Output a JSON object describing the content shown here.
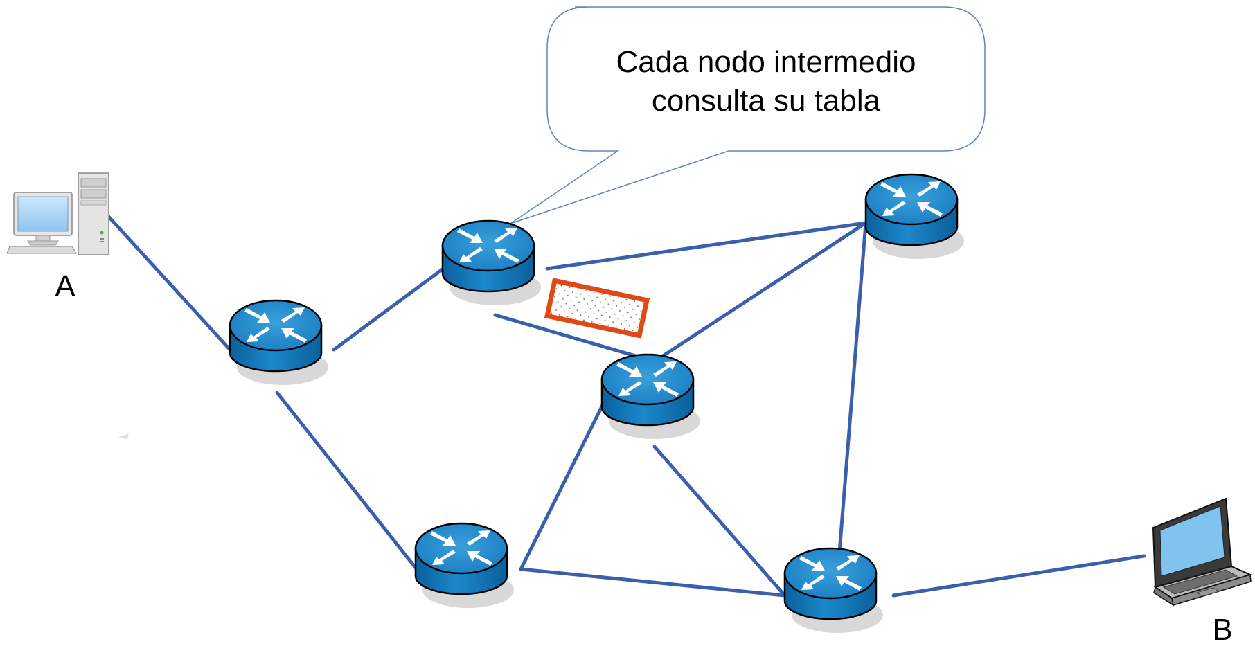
{
  "callout": {
    "line1": "Cada nodo intermedio",
    "line2": "consulta su tabla"
  },
  "nodes": {
    "host_a": {
      "label": "A",
      "type": "desktop-computer"
    },
    "host_b": {
      "label": "B",
      "type": "laptop-computer"
    },
    "routers": [
      "router-1",
      "router-2",
      "router-3",
      "router-4",
      "router-5",
      "router-6"
    ]
  },
  "packet": {
    "icon": "packet-icon"
  },
  "colors": {
    "link": "#3a5fad",
    "router_body": "#1678bd",
    "router_top": "#2a8fd0",
    "router_outline": "#000000",
    "packet_border": "#e04816",
    "callout_border": "#5a86b8"
  }
}
